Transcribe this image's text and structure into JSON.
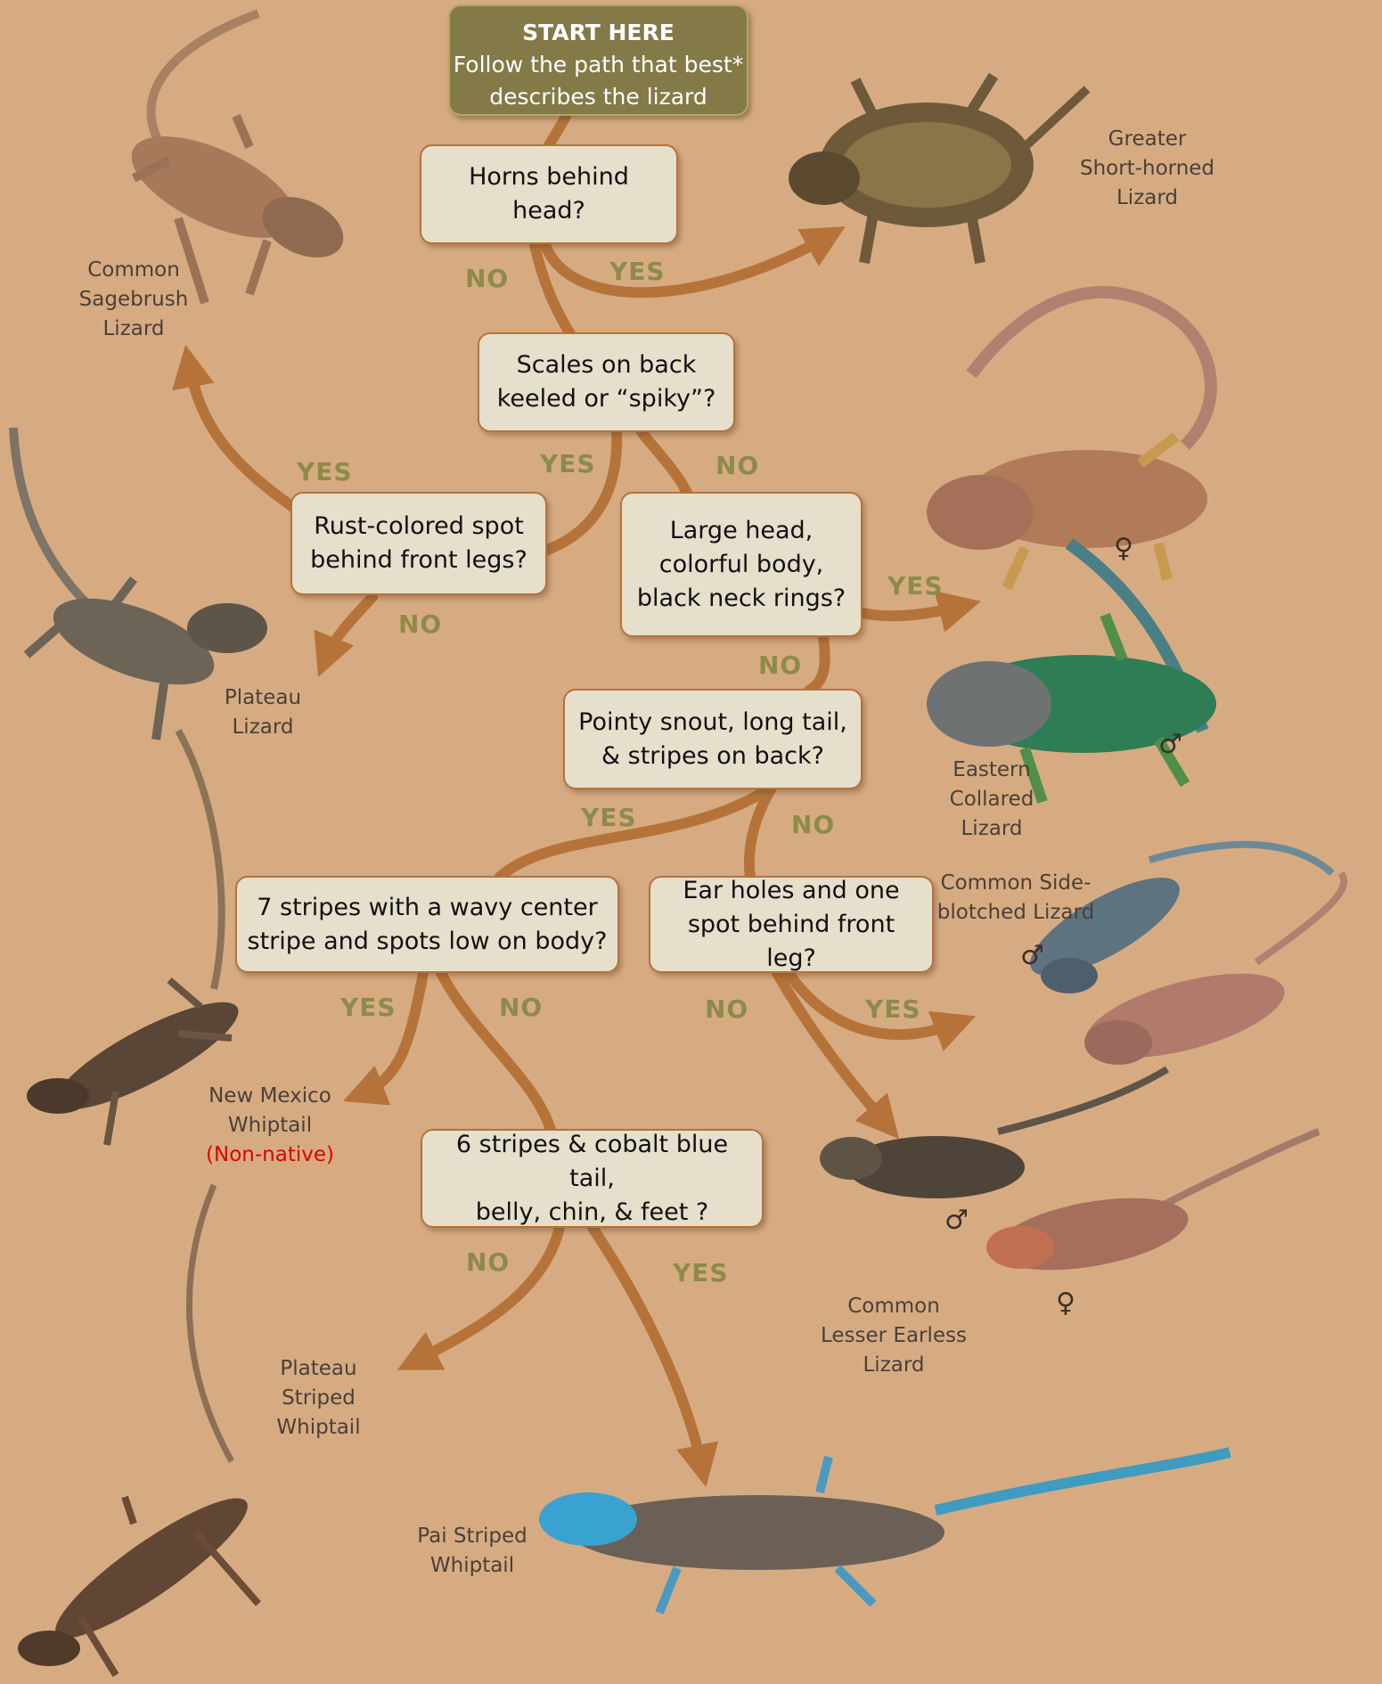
{
  "start": {
    "title": "START HERE",
    "line1": "Follow the path that best*",
    "line2": "describes the lizard"
  },
  "questions": {
    "horns": [
      "Horns behind",
      "head?"
    ],
    "scales": [
      "Scales on back",
      "keeled or “spiky”?"
    ],
    "rust": [
      "Rust-colored spot",
      "behind front legs?"
    ],
    "large_head": [
      "Large head,",
      "colorful body,",
      "black neck rings?"
    ],
    "pointy": [
      "Pointy snout, long tail,",
      "& stripes on back?"
    ],
    "seven_stripes": [
      "7 stripes with a wavy center",
      "stripe and spots low on body?"
    ],
    "ear_holes": [
      "Ear holes and one",
      "spot behind front leg?"
    ],
    "six_stripes": [
      "6 stripes & cobalt blue tail,",
      "belly, chin, & feet ?"
    ]
  },
  "answers": {
    "yes": "YES",
    "no": "NO"
  },
  "species": {
    "greater_short_horned": [
      "Greater",
      "Short-horned",
      "Lizard"
    ],
    "common_sagebrush": [
      "Common",
      "Sagebrush",
      "Lizard"
    ],
    "plateau": [
      "Plateau",
      "Lizard"
    ],
    "eastern_collared": [
      "Eastern",
      "Collared",
      "Lizard"
    ],
    "common_side_blotched": [
      "Common Side-",
      "blotched Lizard"
    ],
    "new_mexico_whiptail": [
      "New Mexico",
      "Whiptail"
    ],
    "non_native": "(Non-native)",
    "common_lesser_earless": [
      "Common",
      "Lesser Earless",
      "Lizard"
    ],
    "plateau_striped_whiptail": [
      "Plateau",
      "Striped",
      "Whiptail"
    ],
    "pai_striped_whiptail": [
      "Pai Striped",
      "Whiptail"
    ]
  },
  "symbols": {
    "female": "♀",
    "male": "♂"
  },
  "colors": {
    "background": "#d7ab82",
    "arrow": "#b5733a",
    "box_fill": "#e6dfcc",
    "start_fill": "#837a48",
    "answer_text": "#8c8b4a",
    "non_native": "#e00000"
  }
}
